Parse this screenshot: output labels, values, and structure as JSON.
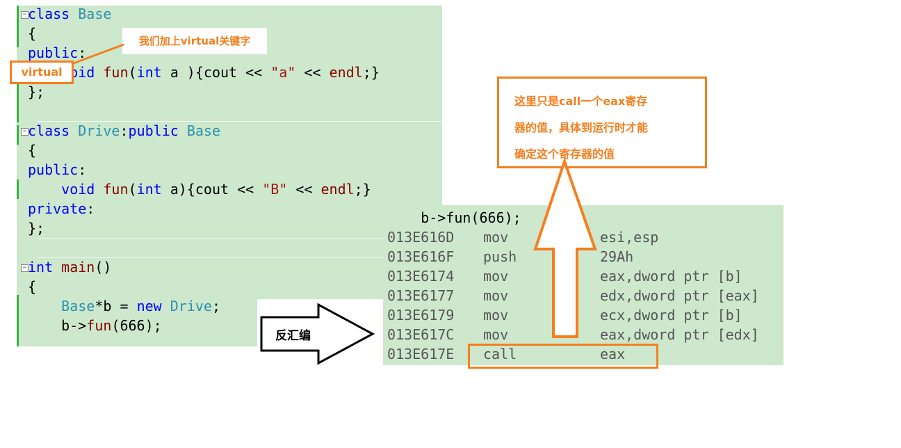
{
  "code_panel_1": {
    "lines": [
      {
        "prefix": "",
        "parts": [
          [
            "kw",
            "class"
          ],
          [
            "",
            " "
          ],
          [
            "ty",
            "Base"
          ]
        ]
      },
      {
        "prefix": "",
        "parts": [
          [
            "",
            "{"
          ]
        ]
      },
      {
        "prefix": "",
        "parts": [
          [
            "kw",
            "public"
          ],
          [
            "",
            ":"
          ]
        ]
      },
      {
        "prefix": "",
        "parts": [
          [
            "",
            "    "
          ],
          [
            "kw",
            "void"
          ],
          [
            "",
            " "
          ],
          [
            "fn",
            "fun"
          ],
          [
            "",
            "("
          ],
          [
            "kw",
            "int"
          ],
          [
            "",
            " a ){"
          ],
          [
            "",
            "cout << "
          ],
          [
            "st",
            "\"a\""
          ],
          [
            "",
            " << "
          ],
          [
            "fn",
            "endl"
          ],
          [
            "",
            ";}"
          ]
        ]
      },
      {
        "prefix": "",
        "parts": [
          [
            "",
            "};"
          ]
        ]
      },
      {
        "prefix": "",
        "parts": [
          [
            "",
            ""
          ]
        ]
      },
      {
        "prefix": "",
        "parts": [
          [
            "kw",
            "class"
          ],
          [
            "",
            " "
          ],
          [
            "ty",
            "Drive"
          ],
          [
            "",
            ":"
          ],
          [
            "kw",
            "public"
          ],
          [
            "",
            " "
          ],
          [
            "ty",
            "Base"
          ]
        ]
      },
      {
        "prefix": "",
        "parts": [
          [
            "",
            "{"
          ]
        ]
      },
      {
        "prefix": "",
        "parts": [
          [
            "kw",
            "public"
          ],
          [
            "",
            ":"
          ]
        ]
      },
      {
        "prefix": "",
        "parts": [
          [
            "",
            "    "
          ],
          [
            "kw",
            "void"
          ],
          [
            "",
            " "
          ],
          [
            "fn",
            "fun"
          ],
          [
            "",
            "("
          ],
          [
            "kw",
            "int"
          ],
          [
            "",
            " a){"
          ],
          [
            "",
            "cout << "
          ],
          [
            "st",
            "\"B\""
          ],
          [
            "",
            " << "
          ],
          [
            "fn",
            "endl"
          ],
          [
            "",
            ";}"
          ]
        ]
      },
      {
        "prefix": "",
        "parts": [
          [
            "kw",
            "private"
          ],
          [
            "",
            ":"
          ]
        ]
      },
      {
        "prefix": "",
        "parts": [
          [
            "",
            "};"
          ]
        ]
      },
      {
        "prefix": "",
        "parts": [
          [
            "",
            ""
          ]
        ]
      },
      {
        "prefix": "",
        "parts": [
          [
            "kw",
            "int"
          ],
          [
            "",
            " "
          ],
          [
            "fn",
            "main"
          ],
          [
            "",
            "()"
          ]
        ]
      },
      {
        "prefix": "",
        "parts": [
          [
            "",
            "{"
          ]
        ]
      },
      {
        "prefix": "",
        "parts": [
          [
            "",
            "    "
          ],
          [
            "ty",
            "Base"
          ],
          [
            "",
            "*b = "
          ],
          [
            "kw",
            "new"
          ],
          [
            "",
            " "
          ],
          [
            "ty",
            "Drive"
          ],
          [
            "",
            ";"
          ]
        ]
      },
      {
        "prefix": "",
        "parts": [
          [
            "",
            "    b->"
          ],
          [
            "fn",
            "fun"
          ],
          [
            "",
            "(666);"
          ]
        ]
      }
    ]
  },
  "asm_panel": {
    "header": "    b->fun(666);",
    "rows": [
      {
        "addr": "013E616D",
        "op": "mov",
        "arg": "esi,esp"
      },
      {
        "addr": "013E616F",
        "op": "push",
        "arg": "29Ah"
      },
      {
        "addr": "013E6174",
        "op": "mov",
        "arg": "eax,dword ptr [b]"
      },
      {
        "addr": "013E6177",
        "op": "mov",
        "arg": "edx,dword ptr [eax]"
      },
      {
        "addr": "013E6179",
        "op": "mov",
        "arg": "ecx,dword ptr [b]"
      },
      {
        "addr": "013E617C",
        "op": "mov",
        "arg": "eax,dword ptr [edx]"
      },
      {
        "addr": "013E617E",
        "op": "call",
        "arg": "eax"
      }
    ]
  },
  "annotations": {
    "virtual_box": "virtual",
    "virtual_note": "我们加上virtual关键字",
    "disasm_label": "反汇编",
    "eax_note_lines": [
      "这里只是call一个eax寄存",
      "器的值，具体到运行时才能",
      "确定这个寄存器的值"
    ]
  },
  "colors": {
    "code_bg": "#cde8cd",
    "accent_orange": "#f47f1f",
    "keyword": "#0000ff",
    "type": "#2b91af",
    "function": "#880000",
    "string": "#a31515"
  }
}
